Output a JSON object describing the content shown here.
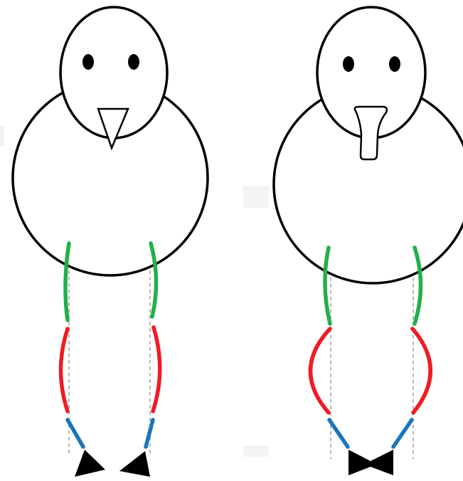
{
  "colors": {
    "outline": "#000000",
    "thigh": "#1fb04b",
    "shank": "#ee1c24",
    "tarsus": "#1a75bc",
    "guide_line": "#a6a6a6",
    "feet": "#000000"
  },
  "figures": [
    {
      "beak": "triangle",
      "feet": "apart"
    },
    {
      "beak": "long",
      "feet": "together"
    }
  ]
}
